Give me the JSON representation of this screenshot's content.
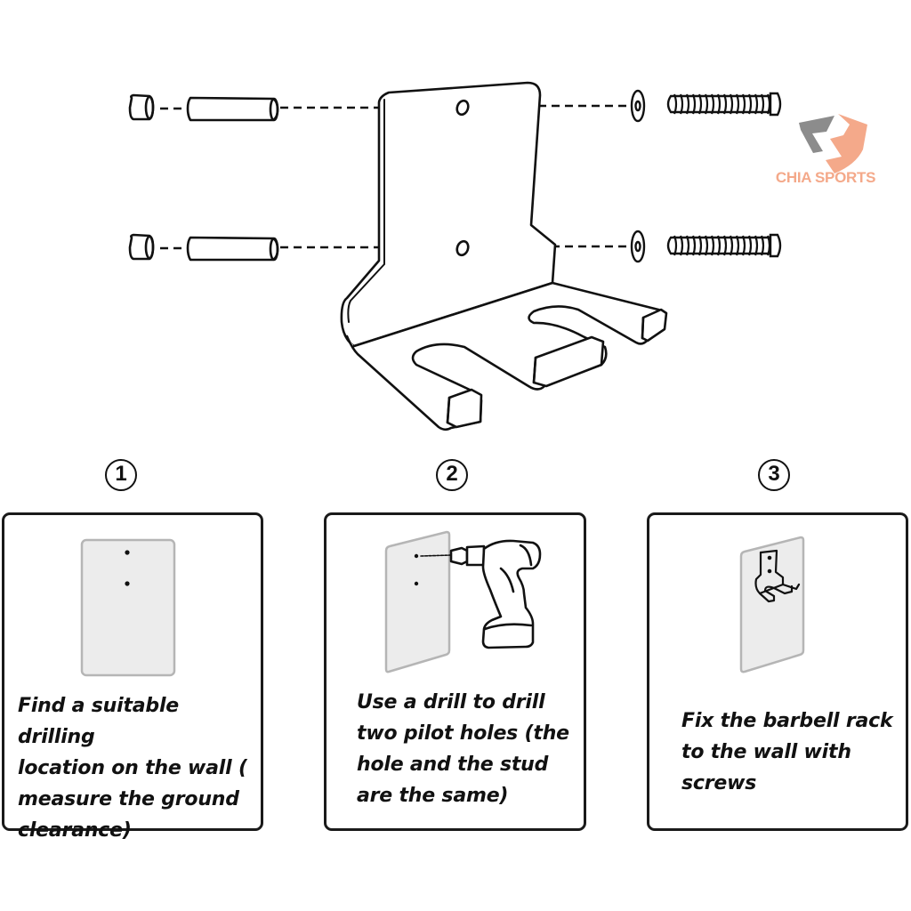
{
  "brand": {
    "name": "CHIA SPORTS",
    "logo_icon": "chia-sports-shield-logo",
    "colors": {
      "primary": "#f4a98a",
      "secondary": "#8a8a8a"
    }
  },
  "exploded_view": {
    "title": "",
    "parts": [
      {
        "name": "wall-anchor-cap",
        "count": 2
      },
      {
        "name": "wall-anchor-sleeve",
        "count": 2
      },
      {
        "name": "barbell-rack-bracket",
        "count": 1
      },
      {
        "name": "washer",
        "count": 2
      },
      {
        "name": "screw",
        "count": 2
      }
    ],
    "colors": {
      "line": "#111111",
      "background": "#ffffff"
    }
  },
  "steps": [
    {
      "number": "1",
      "illustration": "wall-with-two-marks",
      "caption": "Find a suitable drilling location on the wall ( measure the ground clearance)",
      "lines": [
        "Find a suitable drilling",
        "location on the wall (",
        "measure the ground",
        "clearance)"
      ]
    },
    {
      "number": "2",
      "illustration": "drill-at-wall",
      "caption": "Use a drill to drill two pilot holes (the hole and the stud are the same)",
      "lines": [
        "Use a drill to drill",
        "two pilot holes (the",
        "hole and the stud",
        "are the same)"
      ]
    },
    {
      "number": "3",
      "illustration": "rack-mounted-on-wall",
      "caption": "Fix the barbell rack to the wall with screws",
      "lines": [
        "Fix the barbell rack",
        "to the wall with",
        "screws"
      ]
    }
  ],
  "colors": {
    "wall_fill": "#ececec",
    "wall_border": "#b5b5b5",
    "panel_border": "#1a1a1a",
    "text": "#111111"
  }
}
